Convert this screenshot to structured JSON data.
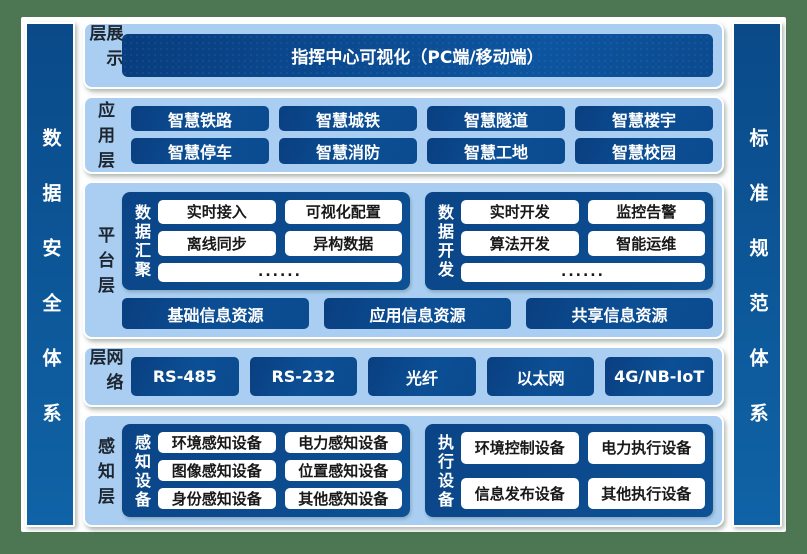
{
  "diagram": {
    "left_system": "数据安全体系",
    "right_system": "标准规范体系",
    "display_layer": {
      "label": "展示层",
      "box": "指挥中心可视化（PC端/移动端）"
    },
    "application_layer": {
      "label": "应用层",
      "boxes": [
        "智慧铁路",
        "智慧城铁",
        "智慧隧道",
        "智慧楼宇",
        "智慧停车",
        "智慧消防",
        "智慧工地",
        "智慧校园"
      ]
    },
    "platform_layer": {
      "label": "平台层",
      "groups": [
        {
          "label": "数据汇聚",
          "items": [
            "实时接入",
            "可视化配置",
            "离线同步",
            "异构数据"
          ],
          "more": "......"
        },
        {
          "label": "数据开发",
          "items": [
            "实时开发",
            "监控告警",
            "算法开发",
            "智能运维"
          ],
          "more": "......"
        }
      ],
      "resources": [
        "基础信息资源",
        "应用信息资源",
        "共享信息资源"
      ]
    },
    "network_layer": {
      "label": "网络层",
      "boxes": [
        "RS-485",
        "RS-232",
        "光纤",
        "以太网",
        "4G/NB-IoT"
      ]
    },
    "perception_layer": {
      "label": "感知层",
      "groups": [
        {
          "label": "感知设备",
          "items": [
            "环境感知设备",
            "电力感知设备",
            "图像感知设备",
            "位置感知设备",
            "身份感知设备",
            "其他感知设备"
          ]
        },
        {
          "label": "执行设备",
          "items": [
            "环境控制设备",
            "电力执行设备",
            "信息发布设备",
            "其他执行设备"
          ]
        }
      ]
    },
    "colors": {
      "frame_green": "#4c7752",
      "panel_light_blue": "#a9cef1",
      "deep_blue": "#0b4a8d",
      "bar_blue_top": "#0a4a89",
      "bar_blue_bottom": "#0f63a6",
      "white": "#ffffff"
    }
  }
}
